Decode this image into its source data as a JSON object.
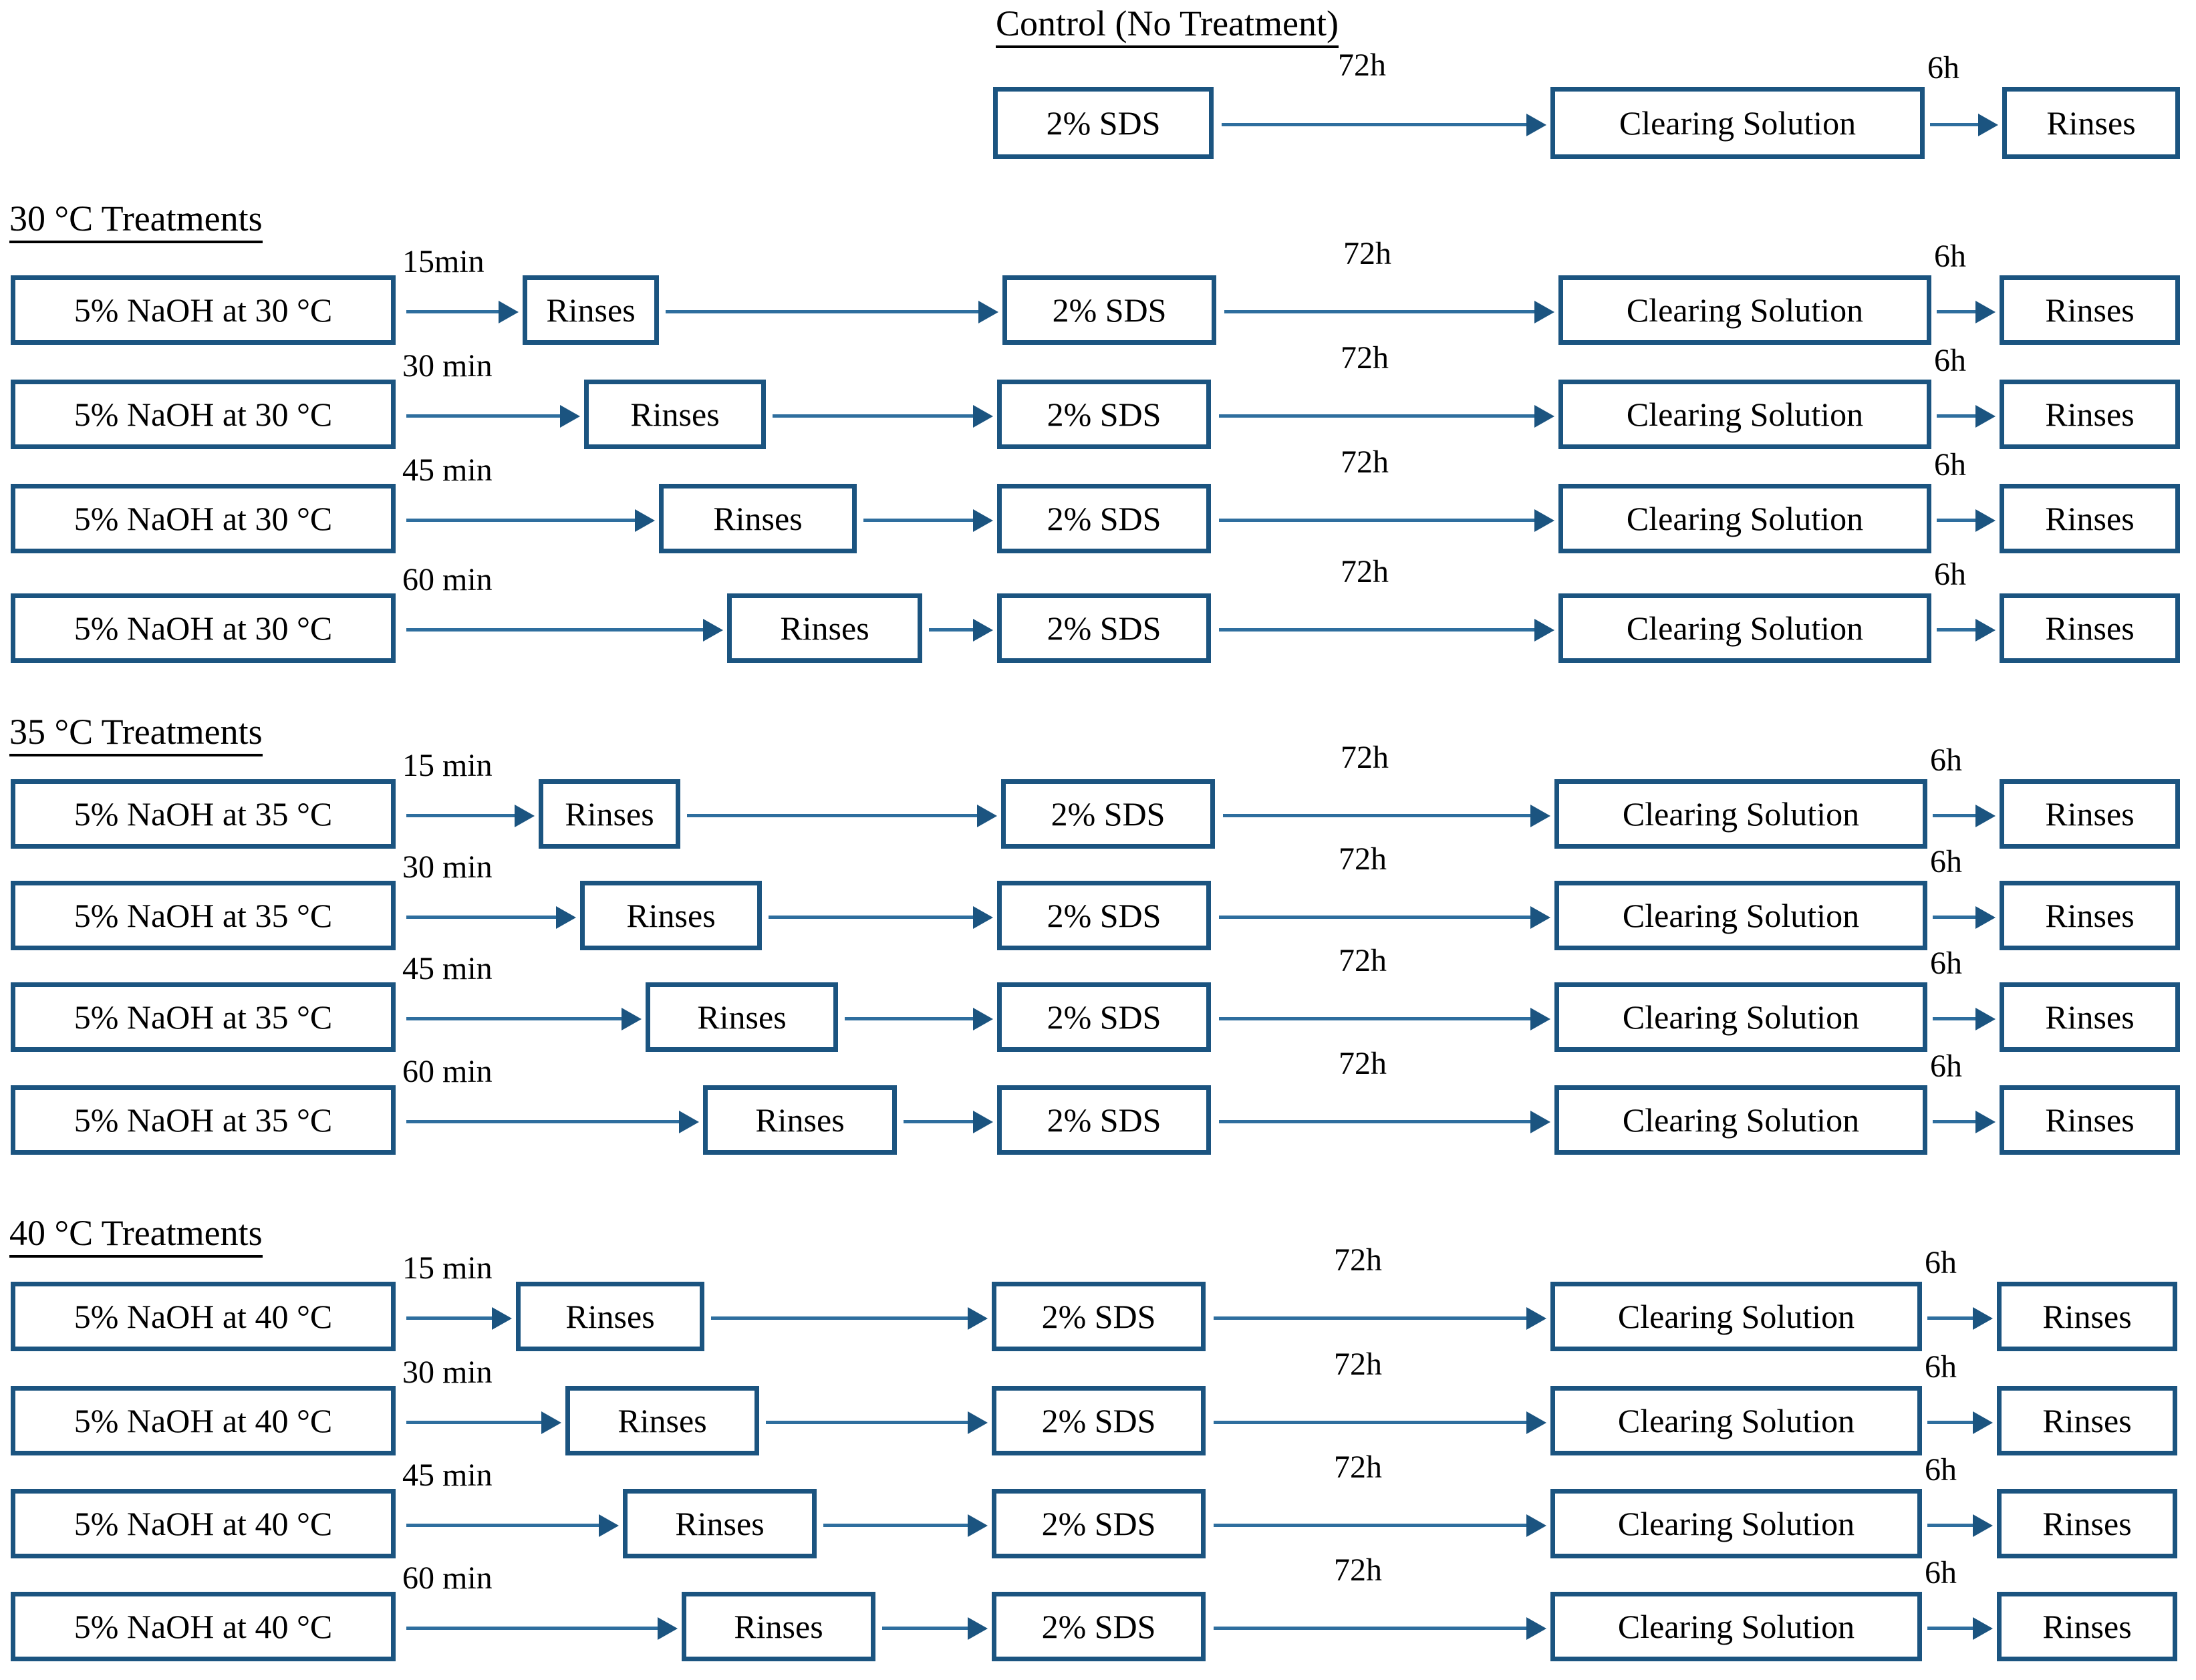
{
  "colors": {
    "box_border": "#1B5480",
    "arrow": "#2E6E9E",
    "text": "#000000",
    "background": "#FFFFFF"
  },
  "labels": {
    "sds": "2% SDS",
    "rinses": "Rinses",
    "clearing": "Clearing Solution",
    "sds_duration": "72h",
    "clearing_duration": "6h"
  },
  "sections": [
    {
      "id": "control",
      "title": "Control (No Treatment)",
      "rows": [
        {
          "naoh": null,
          "duration": null,
          "rinses": null,
          "sds": "2% SDS",
          "sds_duration": "72h",
          "clearing": "Clearing Solution",
          "clearing_duration": "6h",
          "final_rinses": "Rinses"
        }
      ]
    },
    {
      "id": "t30",
      "title": "30 °C Treatments",
      "rows": [
        {
          "naoh": "5% NaOH at 30 °C",
          "duration": "15min",
          "rinses": "Rinses",
          "sds": "2% SDS",
          "sds_duration": "72h",
          "clearing": "Clearing Solution",
          "clearing_duration": "6h",
          "final_rinses": "Rinses"
        },
        {
          "naoh": "5% NaOH at 30 °C",
          "duration": "30 min",
          "rinses": "Rinses",
          "sds": "2% SDS",
          "sds_duration": "72h",
          "clearing": "Clearing Solution",
          "clearing_duration": "6h",
          "final_rinses": "Rinses"
        },
        {
          "naoh": "5% NaOH at 30 °C",
          "duration": "45 min",
          "rinses": "Rinses",
          "sds": "2% SDS",
          "sds_duration": "72h",
          "clearing": "Clearing Solution",
          "clearing_duration": "6h",
          "final_rinses": "Rinses"
        },
        {
          "naoh": "5% NaOH at 30 °C",
          "duration": "60 min",
          "rinses": "Rinses",
          "sds": "2% SDS",
          "sds_duration": "72h",
          "clearing": "Clearing Solution",
          "clearing_duration": "6h",
          "final_rinses": "Rinses"
        }
      ]
    },
    {
      "id": "t35",
      "title": "35 °C Treatments",
      "rows": [
        {
          "naoh": "5% NaOH at 35 °C",
          "duration": "15 min",
          "rinses": "Rinses",
          "sds": "2% SDS",
          "sds_duration": "72h",
          "clearing": "Clearing Solution",
          "clearing_duration": "6h",
          "final_rinses": "Rinses"
        },
        {
          "naoh": "5% NaOH at 35 °C",
          "duration": "30 min",
          "rinses": "Rinses",
          "sds": "2% SDS",
          "sds_duration": "72h",
          "clearing": "Clearing Solution",
          "clearing_duration": "6h",
          "final_rinses": "Rinses"
        },
        {
          "naoh": "5% NaOH at 35 °C",
          "duration": "45 min",
          "rinses": "Rinses",
          "sds": "2% SDS",
          "sds_duration": "72h",
          "clearing": "Clearing Solution",
          "clearing_duration": "6h",
          "final_rinses": "Rinses"
        },
        {
          "naoh": "5% NaOH at 35 °C",
          "duration": "60 min",
          "rinses": "Rinses",
          "sds": "2% SDS",
          "sds_duration": "72h",
          "clearing": "Clearing Solution",
          "clearing_duration": "6h",
          "final_rinses": "Rinses"
        }
      ]
    },
    {
      "id": "t40",
      "title": "40 °C Treatments",
      "rows": [
        {
          "naoh": "5% NaOH at 40 °C",
          "duration": "15 min",
          "rinses": "Rinses",
          "sds": "2% SDS",
          "sds_duration": "72h",
          "clearing": "Clearing Solution",
          "clearing_duration": "6h",
          "final_rinses": "Rinses"
        },
        {
          "naoh": "5% NaOH at 40 °C",
          "duration": "30 min",
          "rinses": "Rinses",
          "sds": "2% SDS",
          "sds_duration": "72h",
          "clearing": "Clearing Solution",
          "clearing_duration": "6h",
          "final_rinses": "Rinses"
        },
        {
          "naoh": "5% NaOH at 40 °C",
          "duration": "45 min",
          "rinses": "Rinses",
          "sds": "2% SDS",
          "sds_duration": "72h",
          "clearing": "Clearing Solution",
          "clearing_duration": "6h",
          "final_rinses": "Rinses"
        },
        {
          "naoh": "5% NaOH at 40 °C",
          "duration": "60 min",
          "rinses": "Rinses",
          "sds": "2% SDS",
          "sds_duration": "72h",
          "clearing": "Clearing Solution",
          "clearing_duration": "6h",
          "final_rinses": "Rinses"
        }
      ]
    }
  ]
}
